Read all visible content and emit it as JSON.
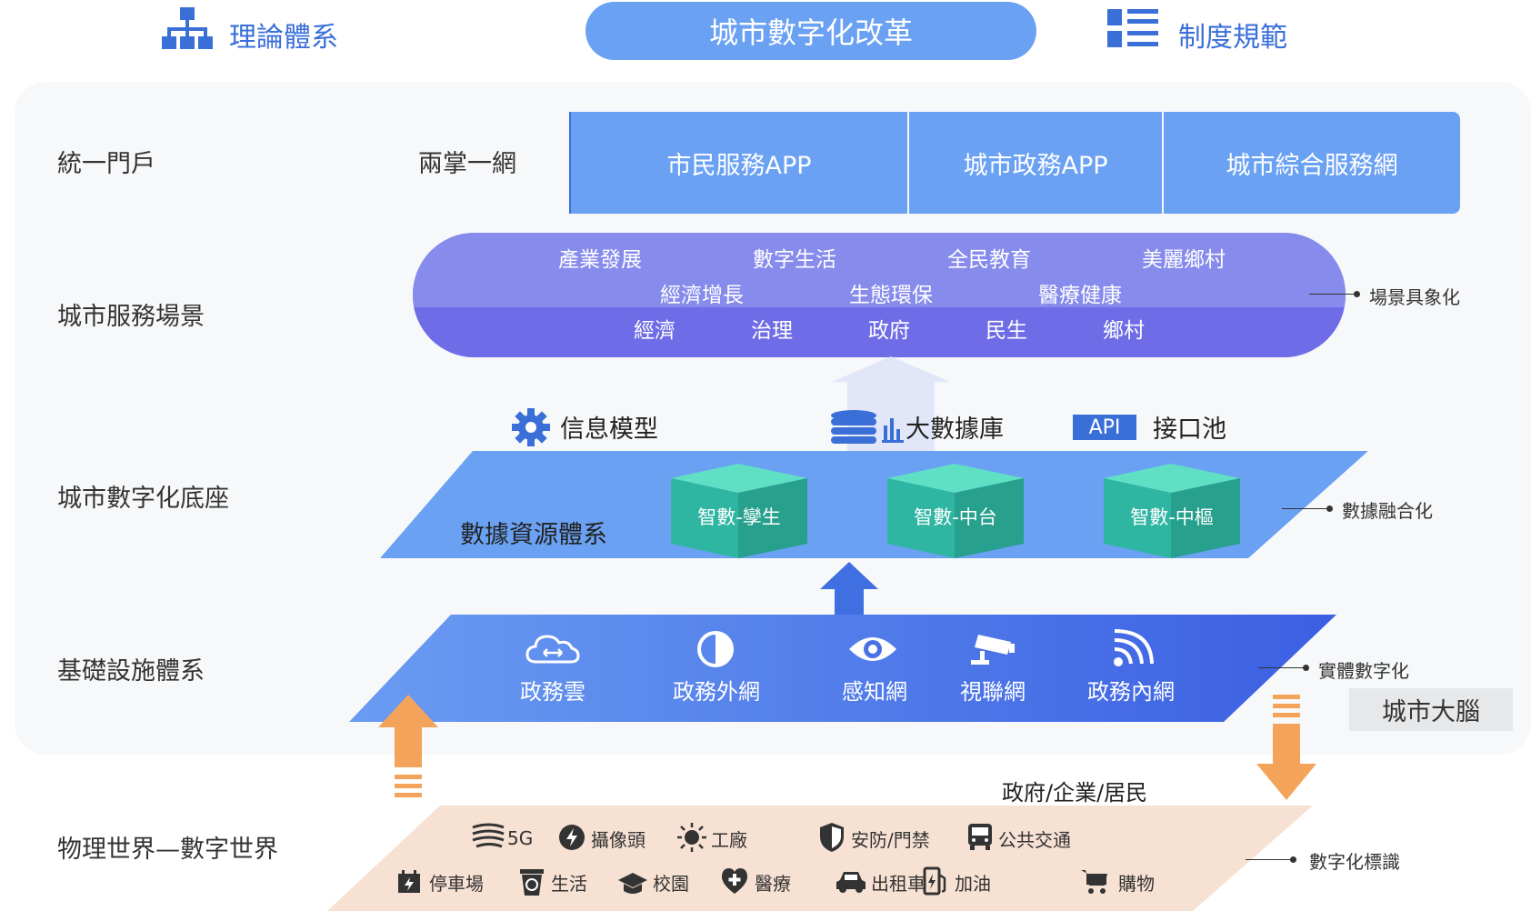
{
  "header": {
    "left_title": "理論體系",
    "center_title": "城市數字化改革",
    "right_title": "制度規範"
  },
  "rows": {
    "portal": "統一門戶",
    "scenario": "城市服務場景",
    "base": "城市數字化底座",
    "infra": "基礎設施體系",
    "physical": "物理世界—數字世界"
  },
  "portal": {
    "label": "兩掌一網",
    "boxes": [
      "市民服務APP",
      "城市政務APP",
      "城市綜合服務網"
    ]
  },
  "scenario": {
    "line1": [
      "產業發展",
      "數字生活",
      "全民教育",
      "美麗鄉村"
    ],
    "line2": [
      "經濟增長",
      "生態環保",
      "醫療健康"
    ],
    "line3": [
      "經濟",
      "治理",
      "政府",
      "民生",
      "鄉村"
    ],
    "side": "場景具象化"
  },
  "features": {
    "model": "信息模型",
    "database": "大數據庫",
    "api_badge": "API",
    "api_pool": "接口池"
  },
  "base": {
    "title": "數據資源體系",
    "cubes": [
      "智數-孿生",
      "智數-中台",
      "智數-中樞"
    ],
    "side": "數據融合化"
  },
  "infra": {
    "items": [
      "政務雲",
      "政務外網",
      "感知網",
      "視聯網",
      "政務內網"
    ],
    "side": "實體數字化",
    "brain": "城市大腦"
  },
  "physical": {
    "actors": "政府/企業/居民",
    "row1": [
      "5G",
      "攝像頭",
      "工廠",
      "安防/門禁",
      "公共交通"
    ],
    "row2": [
      "停車場",
      "生活",
      "校園",
      "醫療",
      "出租車",
      "加油",
      "購物"
    ],
    "side": "數字化標識"
  },
  "colors": {
    "accent": "#3a6fd8",
    "portal": "#6aa1f3",
    "scenario_top": "#868bec",
    "scenario_bottom": "#6e6ce6",
    "base_plane": "#6aa1f3",
    "infra_plane": "#4a70e6",
    "physical_plane": "#f6e1d3",
    "arrow_orange": "#f3a45a",
    "cube": "#38c3b4"
  }
}
